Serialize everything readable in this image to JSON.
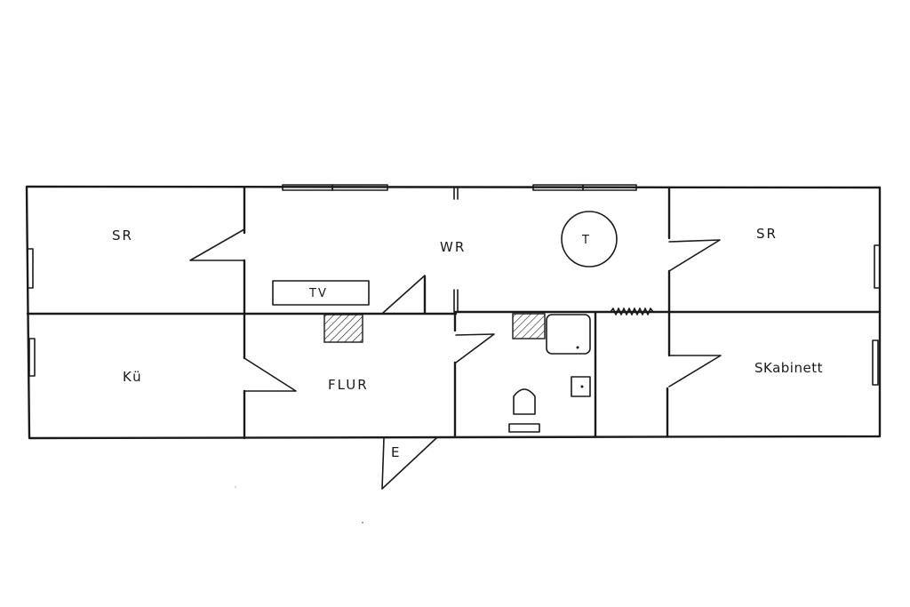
{
  "rooms": {
    "bedroom_left": "SR",
    "living_room": "WR",
    "bedroom_right": "SR",
    "kitchen": "Kü",
    "hallway": "FLUR",
    "small_bedroom": "SKabinett"
  },
  "furniture": {
    "tv": "TV",
    "table": "T"
  },
  "entrance": "E"
}
